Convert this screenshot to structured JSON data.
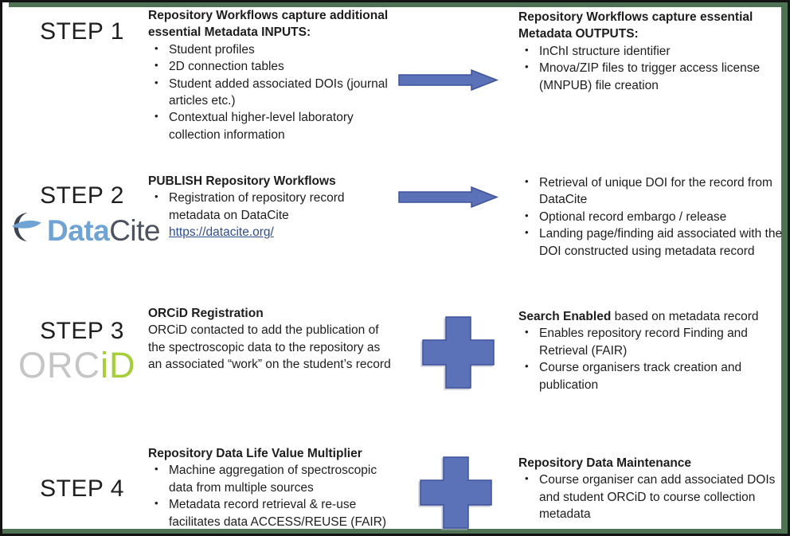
{
  "colors": {
    "frame_green": "#4e7253",
    "frame_dark": "#131313",
    "shape_fill": "#5b72b8",
    "shape_stroke": "#3f519c",
    "datacite_blue": "#6fa3d3",
    "datacite_gray": "#4d5360",
    "orcid_gray": "#c5c5c5",
    "orcid_green": "#a6ce39",
    "link_navy": "#2e4d8f"
  },
  "icons": {
    "arrow": "right-arrow-icon",
    "plus": "plus-icon",
    "datacite_swoosh": "datacite-swoosh-icon"
  },
  "steps": [
    {
      "label": "STEP 1",
      "left_panel": {
        "title": "Repository Workflows capture additional essential Metadata INPUTS:",
        "bullets": [
          "Student profiles",
          "2D connection tables",
          "Student added associated DOIs (journal articles etc.)",
          "Contextual higher-level laboratory collection information"
        ]
      },
      "right_panel": {
        "title": "Repository Workflows capture essential Metadata OUTPUTS:",
        "bullets": [
          "InChI structure identifier",
          "Mnova/ZIP files to trigger access license (MNPUB) file creation"
        ]
      }
    },
    {
      "label": "STEP 2",
      "logo": {
        "name": "DataCite",
        "part1": "Data",
        "part2": "Cite"
      },
      "left_panel": {
        "title": "PUBLISH Repository Workflows",
        "bullets": [
          "Registration of repository record metadata on DataCite"
        ],
        "link": "https://datacite.org/"
      },
      "right_panel": {
        "bullets": [
          "Retrieval of unique DOI for the record from DataCite",
          "Optional record embargo / release",
          "Landing page/finding aid associated with the DOI constructed using metadata record"
        ]
      }
    },
    {
      "label": "STEP 3",
      "logo": {
        "name": "ORCiD",
        "part1": "ORC",
        "part2": "iD"
      },
      "left_panel": {
        "title": "ORCiD Registration",
        "paragraph": "ORCiD contacted to add the publication of the spectroscopic data to the repository as an associated “work” on the student’s record"
      },
      "right_panel": {
        "title_bold": "Search Enabled",
        "title_rest": " based on metadata record",
        "bullets": [
          "Enables repository record Finding and Retrieval (FAIR)",
          "Course organisers track creation and publication"
        ]
      }
    },
    {
      "label": "STEP 4",
      "left_panel": {
        "title": "Repository Data Life Value Multiplier",
        "bullets": [
          "Machine aggregation of spectroscopic data from multiple sources",
          "Metadata record retrieval & re-use facilitates data ACCESS/REUSE (FAIR)"
        ]
      },
      "right_panel": {
        "title": "Repository Data Maintenance",
        "bullets": [
          "Course organiser can add associated DOIs and student ORCiD to course collection metadata"
        ]
      }
    }
  ]
}
